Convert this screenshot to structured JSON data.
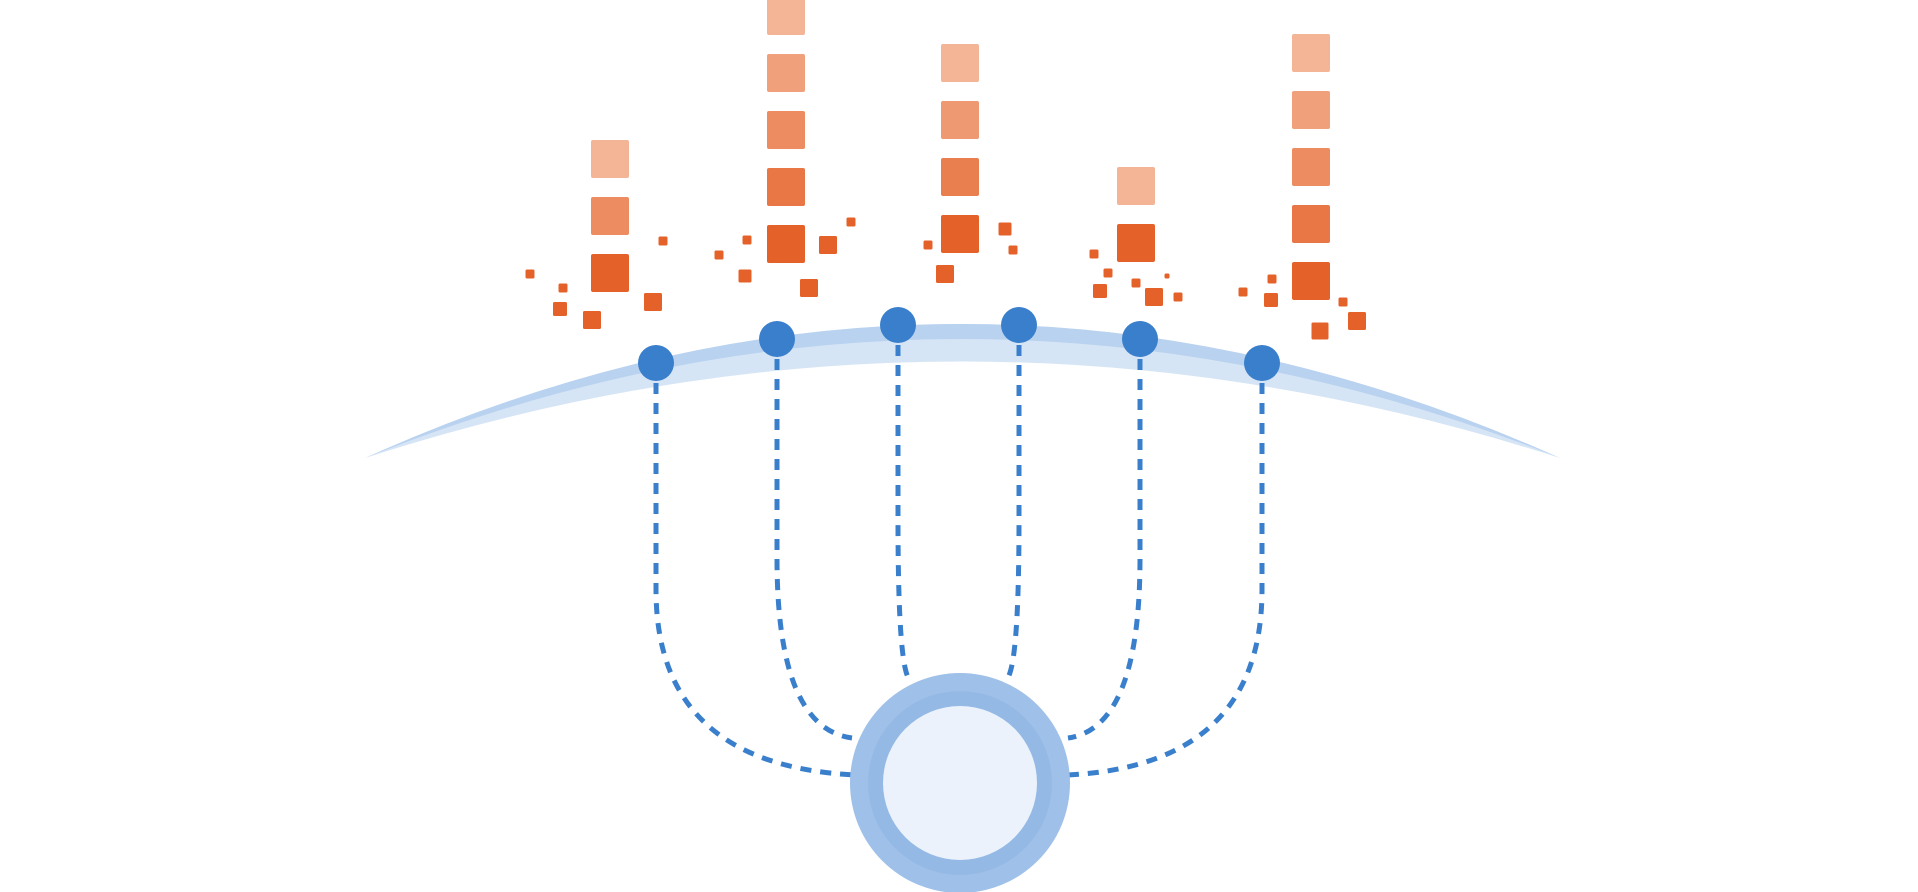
{
  "diagram": {
    "colors": {
      "arc_light": "#d6e5f5",
      "arc_mid": "#b4cfed",
      "node": "#3a7fcc",
      "connector": "#3a7fcc",
      "hub_outer": "#9fc0e8",
      "hub_ring": "#8db4e3",
      "hub_inner": "#ebf2fb",
      "block_dark": "#e4622a",
      "block_light": "#f4b596"
    },
    "nodes": [
      {
        "id": "node-1",
        "block_count": 3
      },
      {
        "id": "node-2",
        "block_count": 5
      },
      {
        "id": "node-3",
        "block_count": 4
      },
      {
        "id": "node-4",
        "block_count": 0
      },
      {
        "id": "node-5",
        "block_count": 2
      },
      {
        "id": "node-6",
        "block_count": 5
      }
    ]
  }
}
